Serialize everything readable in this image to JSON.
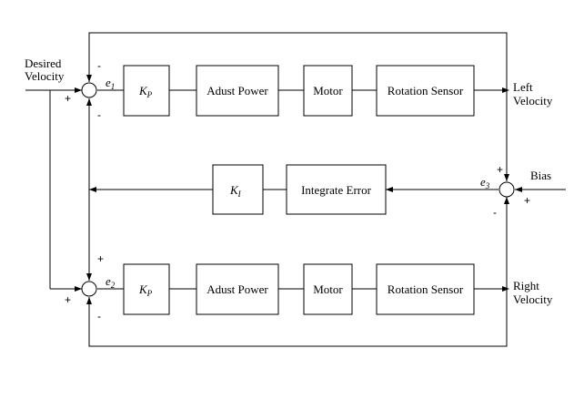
{
  "inputs": {
    "desired_velocity": [
      "Desired",
      "Velocity"
    ],
    "bias": "Bias"
  },
  "outputs": {
    "left_velocity": [
      "Left",
      "Velocity"
    ],
    "right_velocity": [
      "Right",
      "Velocity"
    ]
  },
  "top_path": {
    "gain": {
      "symbol": "K",
      "sub": "P"
    },
    "adjust_power": "Adust Power",
    "motor": "Motor",
    "rotation_sensor": "Rotation Sensor"
  },
  "bottom_path": {
    "gain": {
      "symbol": "K",
      "sub": "P"
    },
    "adjust_power": "Adust Power",
    "motor": "Motor",
    "rotation_sensor": "Rotation Sensor"
  },
  "integral_path": {
    "gain": {
      "symbol": "K",
      "sub": "I"
    },
    "integrate_error": "Integrate Error"
  },
  "errors": {
    "e1": {
      "symbol": "e",
      "sub": "1"
    },
    "e2": {
      "symbol": "e",
      "sub": "2"
    },
    "e3": {
      "symbol": "e",
      "sub": "3"
    }
  },
  "signs": {
    "j1_top": "-",
    "j1_left": "+",
    "j1_bottom": "-",
    "j2_top": "+",
    "j2_left": "+",
    "j2_bottom": "-",
    "j3_top": "+",
    "j3_right": "+",
    "j3_bottom": "-"
  }
}
